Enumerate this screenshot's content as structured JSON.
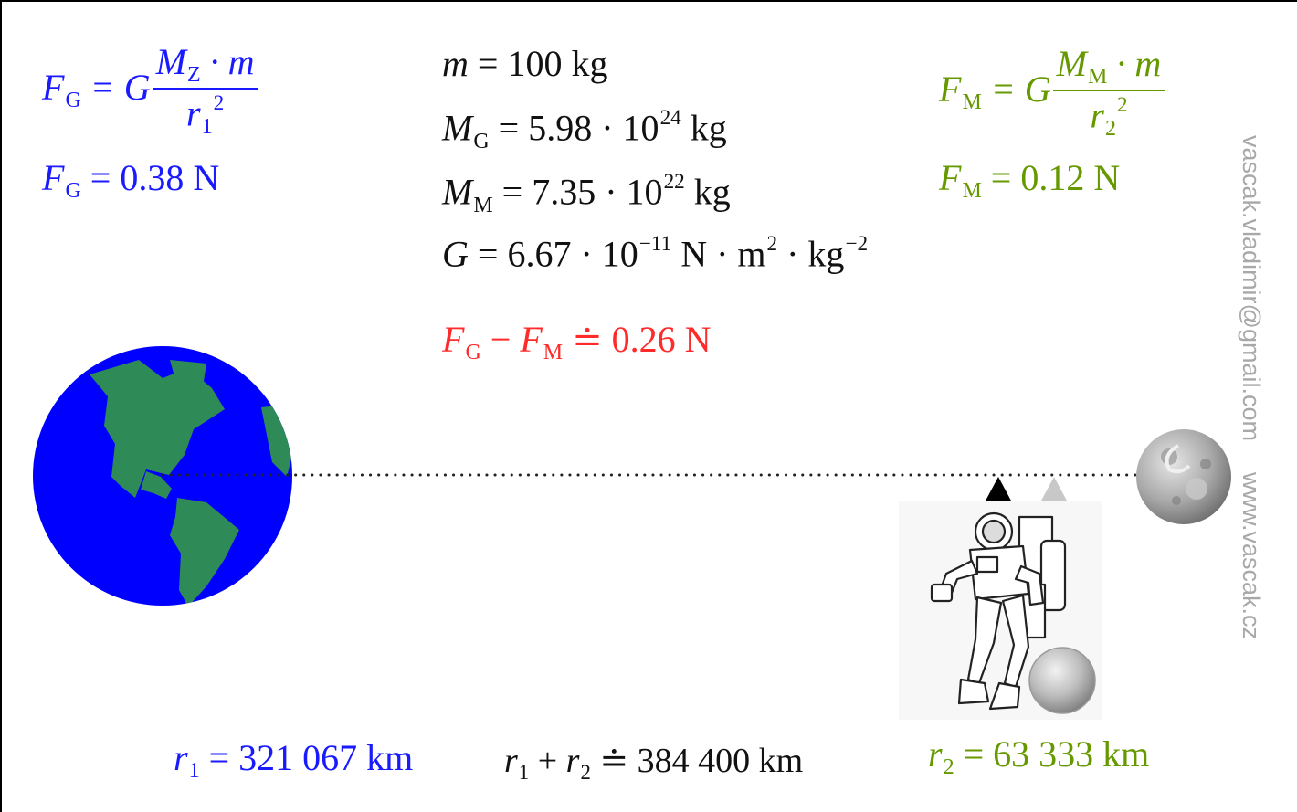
{
  "formulas": {
    "fg_def": {
      "lhs": "F",
      "lhs_sub": "G",
      "eq": " = G",
      "num_M": "M",
      "num_sub": "Z",
      "num_rest": " · m",
      "den": "r",
      "den_sub": "1",
      "den_sup": "2"
    },
    "fg_val": {
      "sym": "F",
      "sub": "G",
      "rest": " = 0.38 N"
    },
    "fm_def": {
      "lhs": "F",
      "lhs_sub": "M",
      "eq": " = G",
      "num_M": "M",
      "num_sub": "M",
      "num_rest": " · m",
      "den": "r",
      "den_sub": "2",
      "den_sup": "2"
    },
    "fm_val": {
      "sym": "F",
      "sub": "M",
      "rest": " = 0.12 N"
    },
    "m": {
      "sym": "m",
      "rest": " = 100 kg"
    },
    "mg": {
      "sym": "M",
      "sub": "G",
      "rest": " = 5.98 · 10",
      "exp": "24",
      "unit": " kg"
    },
    "mm": {
      "sym": "M",
      "sub": "M",
      "rest": " = 7.35 · 10",
      "exp": "22",
      "unit": " kg"
    },
    "g": {
      "sym": "G",
      "rest": " = 6.67 · 10",
      "exp": "−11",
      "unit": " N · m",
      "unit_exp": "2",
      "unit2": " · kg",
      "unit2_exp": "−2"
    },
    "diff": {
      "a": "F",
      "a_sub": "G",
      "minus": " − ",
      "b": "F",
      "b_sub": "M",
      "rest": " ≐ 0.26 N"
    },
    "r1": {
      "sym": "r",
      "sub": "1",
      "rest": " = 321 067 km"
    },
    "rsum": {
      "a": "r",
      "a_sub": "1",
      "plus": " + ",
      "b": "r",
      "b_sub": "2",
      "rest": " ≐ 384 400 km"
    },
    "r2": {
      "sym": "r",
      "sub": "2",
      "rest": " = 63 333 km"
    }
  },
  "watermark": {
    "email": "vascak.vladimir@gmail.com",
    "site": "www.vascak.cz"
  },
  "colors": {
    "earth_ocean": "#0000ff",
    "earth_land": "#2e8b57",
    "moon": "#a0a0a0",
    "earth_formula": "#1a1aff",
    "moon_formula": "#669900",
    "result": "#ff2a2a"
  }
}
